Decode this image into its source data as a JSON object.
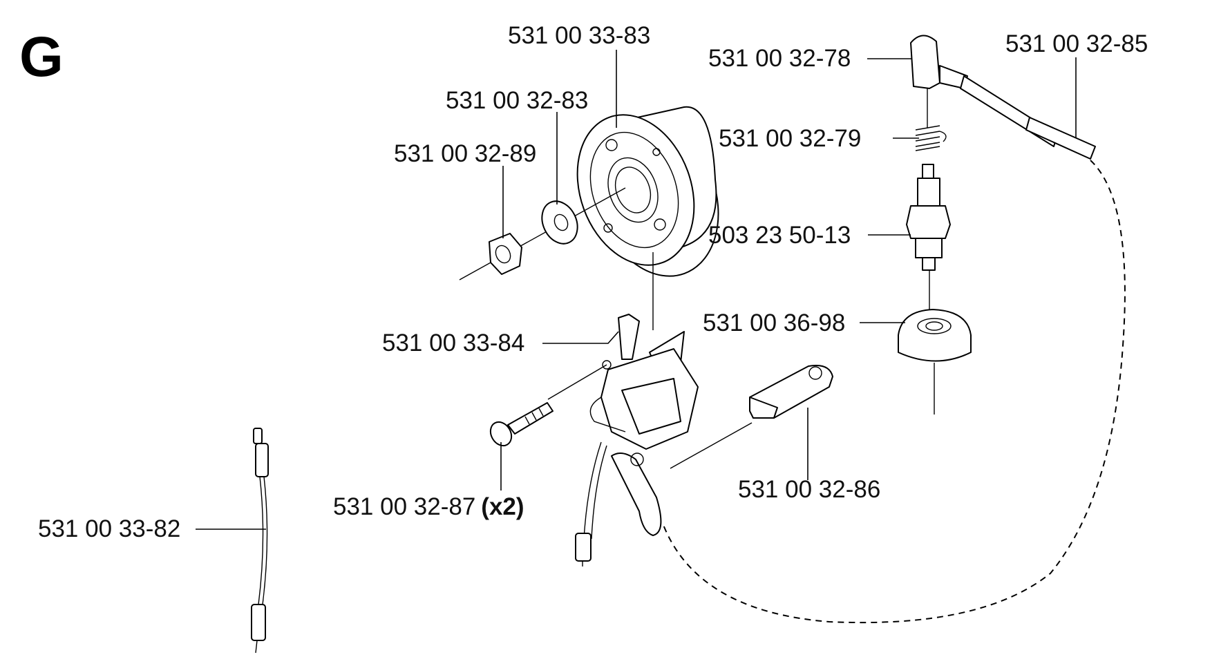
{
  "section_letter": "G",
  "parts": {
    "flywheel": "531 00 33-83",
    "washer": "531 00 32-83",
    "nut": "531 00 32-89",
    "ignition_module": "531 00 33-84",
    "screw": "531 00 32-87",
    "screw_qty": "(x2)",
    "short_circuit_cable": "531 00 33-82",
    "spark_plug_cap": "531 00 32-78",
    "spring": "531 00 32-79",
    "ignition_cable": "531 00 32-85",
    "spark_plug": "503 23 50-13",
    "rubber_cover": "531 00 36-98",
    "terminal_clip": "531 00 32-86"
  }
}
